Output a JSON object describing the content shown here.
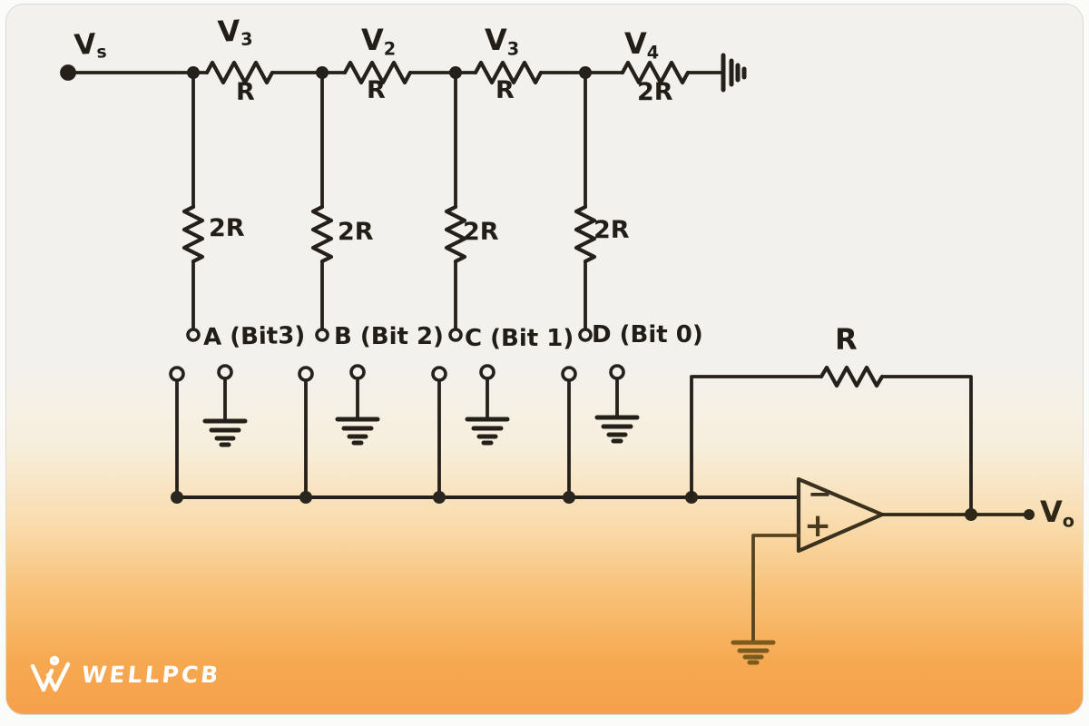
{
  "page": {
    "ink": "#25211a",
    "brown_ink": "#6b521c",
    "background_top": "#f2f1ee",
    "background_bottom": "#f5a04a"
  },
  "ladder": {
    "source_label": {
      "base": "V",
      "sub": "s"
    },
    "series": [
      {
        "name": {
          "base": "V",
          "sub": "3"
        },
        "value": "R"
      },
      {
        "name": {
          "base": "V",
          "sub": "2"
        },
        "value": "R"
      },
      {
        "name": {
          "base": "V",
          "sub": "3"
        },
        "value": "R"
      },
      {
        "name": {
          "base": "V",
          "sub": "4"
        },
        "value": "2R"
      }
    ],
    "shunts": [
      {
        "value": "2R"
      },
      {
        "value": "2R"
      },
      {
        "value": "2R"
      },
      {
        "value": "2R"
      }
    ],
    "bits": [
      {
        "label": "A (Bit3)"
      },
      {
        "label": "B (Bit 2)"
      },
      {
        "label": "C (Bit 1)"
      },
      {
        "label": "D (Bit 0)"
      }
    ]
  },
  "amplifier": {
    "inverting_symbol": "−",
    "noninverting_symbol": "+",
    "feedback_value": "R",
    "output_label": {
      "base": "V",
      "sub": "o"
    }
  },
  "branding": {
    "name": "WELLPCB"
  }
}
